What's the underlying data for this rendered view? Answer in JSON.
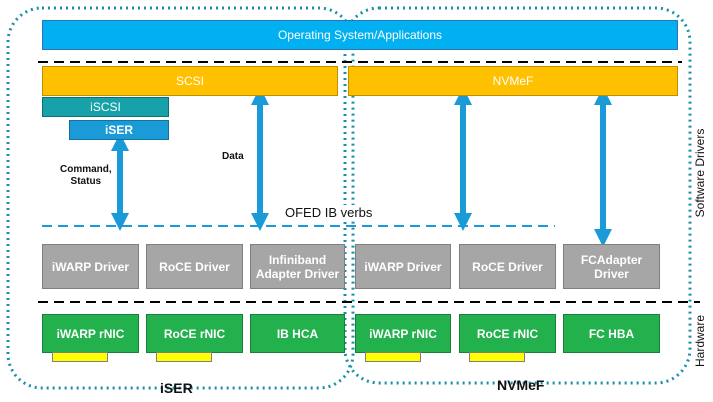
{
  "os_bar": {
    "label": "Operating System/Applications"
  },
  "scsi_bar": {
    "label": "SCSI"
  },
  "nvmef_bar": {
    "label": "NVMeF"
  },
  "iscsi_bar": {
    "label": "iSCSI"
  },
  "iser_bar": {
    "label": "iSER"
  },
  "annotations": {
    "command_status_line1": "Command,",
    "command_status_line2": "Status",
    "data": "Data",
    "ofed": "OFED IB verbs"
  },
  "drivers": [
    {
      "label": "iWARP Driver"
    },
    {
      "label": "RoCE Driver"
    },
    {
      "label": "Infiniband Adapter Driver"
    },
    {
      "label": "iWARP Driver"
    },
    {
      "label": "RoCE Driver"
    },
    {
      "label": "FCAdapter Driver"
    }
  ],
  "hardware": [
    {
      "label": "iWARP rNIC"
    },
    {
      "label": "RoCE rNIC"
    },
    {
      "label": "IB HCA"
    },
    {
      "label": "iWARP rNIC"
    },
    {
      "label": "RoCE rNIC"
    },
    {
      "label": "FC HBA"
    }
  ],
  "side_labels": {
    "software": "Software Drivers",
    "hardware": "Hardware"
  },
  "group_labels": {
    "iser": "iSER",
    "nvmef": "NVMeF"
  },
  "colors": {
    "os_blue": "#00b0f0",
    "scsi_gold": "#ffc000",
    "iscsi_teal": "#16a2a8",
    "iser_blue": "#1a9bd7",
    "driver_gray": "#a6a6a6",
    "hw_green": "#22b14c",
    "connector_yellow": "#ffff00",
    "arrow_blue": "#1a9bd7",
    "dotted_outline": "#1a8fa8"
  }
}
